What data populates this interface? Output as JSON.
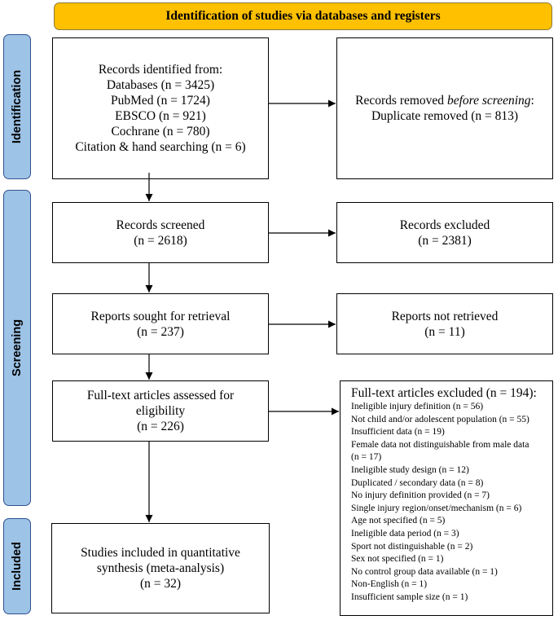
{
  "header": {
    "title": "Identification of studies via databases and registers"
  },
  "phases": [
    {
      "id": "identification",
      "label": "Identification"
    },
    {
      "id": "screening",
      "label": "Screening"
    },
    {
      "id": "included",
      "label": "Included"
    }
  ],
  "boxes": {
    "records_identified": {
      "title": "Records identified from:",
      "lines": [
        "Databases (n = 3425)",
        "PubMed (n = 1724)",
        "EBSCO (n = 921)",
        "Cochrane (n = 780)",
        "Citation & hand searching (n = 6)"
      ]
    },
    "records_removed": {
      "title_pre": "Records removed ",
      "title_em": "before screening",
      "title_post": ":",
      "line": "Duplicate removed (n = 813)"
    },
    "records_screened": {
      "title": "Records screened",
      "count": "(n = 2618)"
    },
    "records_excluded": {
      "title": "Records excluded",
      "count": "(n = 2381)"
    },
    "reports_sought": {
      "title": "Reports sought for retrieval",
      "count": "(n = 237)"
    },
    "reports_not_retrieved": {
      "title": "Reports not retrieved",
      "count": "(n = 11)"
    },
    "fulltext_assessed": {
      "title_line1": "Full-text articles assessed for",
      "title_line2": "eligibility",
      "count": "(n = 226)"
    },
    "fulltext_excluded": {
      "title": "Full-text articles excluded (n = 194):",
      "items": [
        "Ineligible injury definition (n = 56)",
        "Not child and/or adolescent population (n = 55)",
        "Insufficient data (n = 19)",
        "Female data not distinguishable from male data",
        "(n = 17)",
        "Ineligible study design (n = 12)",
        "Duplicated / secondary data (n = 8)",
        "No injury definition provided (n = 7)",
        "Single injury region/onset/mechanism (n = 6)",
        "Age not specified (n = 5)",
        "Ineligible data period (n = 3)",
        "Sport not distinguishable (n = 2)",
        "Sex not specified (n = 1)",
        "No control group data available (n = 1)",
        "Non-English (n = 1)",
        "Insufficient sample size (n = 1)"
      ]
    },
    "studies_included": {
      "line1": "Studies included in quantitative",
      "line2": "synthesis (meta-analysis)",
      "count": "(n = 32)"
    }
  }
}
